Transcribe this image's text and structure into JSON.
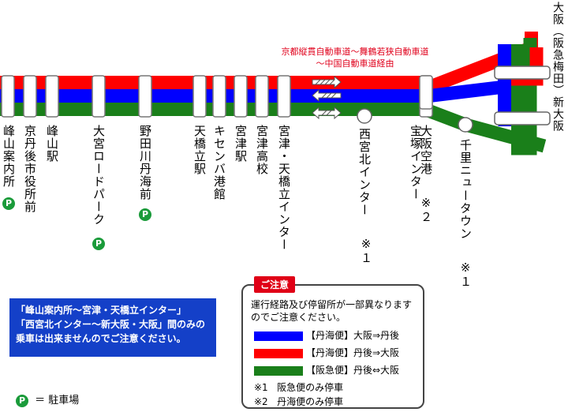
{
  "colors": {
    "red": "#ff0000",
    "blue": "#0000ff",
    "green": "#1a7f1a",
    "parking": "#1a9b3a",
    "notice_head": "#e00016",
    "info_box": "#1440c8"
  },
  "route_note": {
    "line1": "京都縦貫自動車道～舞鶴若狭自動車道",
    "line2": "～中国自動車道経由"
  },
  "terminal": {
    "label_top": "大阪（阪急梅田）",
    "label_bottom": "新大阪"
  },
  "stations": [
    {
      "id": "mineyama-annai",
      "label": "峰山案内所",
      "parking": true,
      "note": ""
    },
    {
      "id": "kyotango-shiyakusho",
      "label": "京丹後市役所前",
      "parking": false,
      "note": ""
    },
    {
      "id": "mineyama-eki",
      "label": "峰山駅",
      "parking": false,
      "note": ""
    },
    {
      "id": "omiya-road-park",
      "label": "大宮ロードパーク",
      "parking": true,
      "note": ""
    },
    {
      "id": "nodagawa-tango-kaimae",
      "label": "野田川丹海前",
      "parking": true,
      "note": ""
    },
    {
      "id": "amanohashidate-eki",
      "label": "天橋立駅",
      "parking": false,
      "note": ""
    },
    {
      "id": "kisenba",
      "label": "キセンバ港館",
      "parking": false,
      "note": ""
    },
    {
      "id": "miyazu-eki",
      "label": "宮津駅",
      "parking": false,
      "note": ""
    },
    {
      "id": "miyazu-koko",
      "label": "宮津高校",
      "parking": false,
      "note": ""
    },
    {
      "id": "miyazu-ic",
      "label": "宮津・天橋立インター",
      "parking": false,
      "note": ""
    },
    {
      "id": "nishinomiya-kita-ic",
      "label": "西宮北インター",
      "parking": false,
      "note": "※１"
    },
    {
      "id": "takarazuka-ic",
      "label": "宝塚インター",
      "parking": false,
      "note": ""
    },
    {
      "id": "osaka-kuko",
      "label": "大阪空港",
      "parking": false,
      "note": "※２"
    },
    {
      "id": "senri-newtown",
      "label": "千里ニュータウン",
      "parking": false,
      "note": "※１"
    }
  ],
  "parking_legend": {
    "badge": "P",
    "text": "＝ 駐車場"
  },
  "info_box": {
    "line1": "「峰山案内所～宮津・天橋立インター」",
    "line2": "「西宮北インター～新大阪・大阪」間のみの",
    "line3": "乗車は出来ませんのでご注意ください。"
  },
  "notice": {
    "title": "ご注意",
    "text": "運行経路及び停留所が一部異なりますのでご注意ください。",
    "legend": [
      {
        "color": "#0000ff",
        "text": "【丹海便】大阪⇒丹後"
      },
      {
        "color": "#ff0000",
        "text": "【丹海便】丹後⇒大阪"
      },
      {
        "color": "#1a7f1a",
        "text": "【阪急便】丹後⇔大阪"
      }
    ],
    "footnotes": [
      {
        "mark": "※1",
        "text": "阪急便のみ停車"
      },
      {
        "mark": "※2",
        "text": "丹海便のみ停車"
      }
    ]
  }
}
